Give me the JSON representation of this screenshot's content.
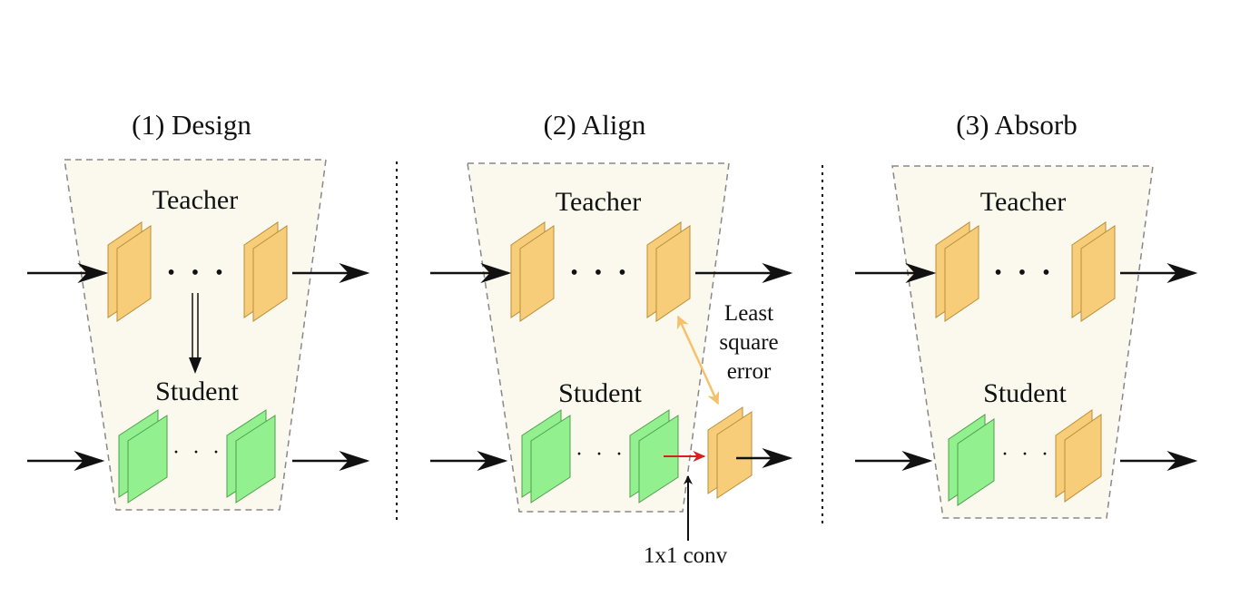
{
  "colors": {
    "panel_fill": "#fbf9ee",
    "panel_border": "#888888",
    "teacher_layer": "#f8cd7a",
    "teacher_layer_stroke": "#b98e3b",
    "student_layer": "#93f08f",
    "student_layer_stroke": "#4e9e4c",
    "conv_arrow": "#d92020",
    "lse_arrow": "#f6c16a",
    "arrow": "#111111"
  },
  "panels": [
    {
      "title": "(1) Design",
      "teacher_label": "Teacher",
      "student_label": "Student",
      "teacher_ellipsis": "• • •",
      "student_ellipsis": "· · ·"
    },
    {
      "title": "(2) Align",
      "teacher_label": "Teacher",
      "student_label": "Student",
      "teacher_ellipsis": "• • •",
      "student_ellipsis": "· · ·",
      "loss_lines": [
        "Least",
        "square",
        "error"
      ],
      "conv_label": "1x1 conv"
    },
    {
      "title": "(3) Absorb",
      "teacher_label": "Teacher",
      "student_label": "Student",
      "teacher_ellipsis": "• • •",
      "student_ellipsis": "· · ·"
    }
  ]
}
